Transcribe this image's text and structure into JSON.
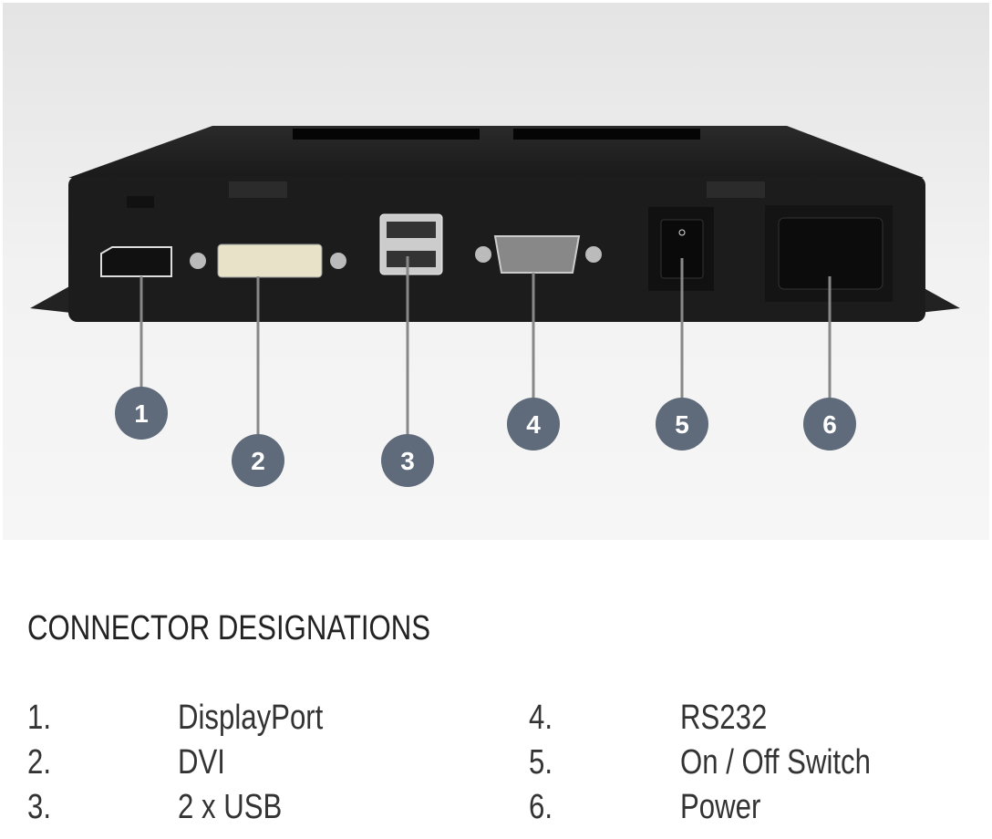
{
  "heading": "CONNECTOR DESIGNATIONS",
  "colors": {
    "callout": "#5f6b7a",
    "device": "#1c1c1c",
    "background": "#f2f2f2"
  },
  "callouts": [
    "1",
    "2",
    "3",
    "4",
    "5",
    "6"
  ],
  "designations": [
    {
      "number": "1.",
      "name": "DisplayPort"
    },
    {
      "number": "2.",
      "name": "DVI"
    },
    {
      "number": "3.",
      "name": "2 x USB"
    },
    {
      "number": "4.",
      "name": "RS232"
    },
    {
      "number": "5.",
      "name": "On / Off Switch"
    },
    {
      "number": "6.",
      "name": "Power"
    }
  ]
}
